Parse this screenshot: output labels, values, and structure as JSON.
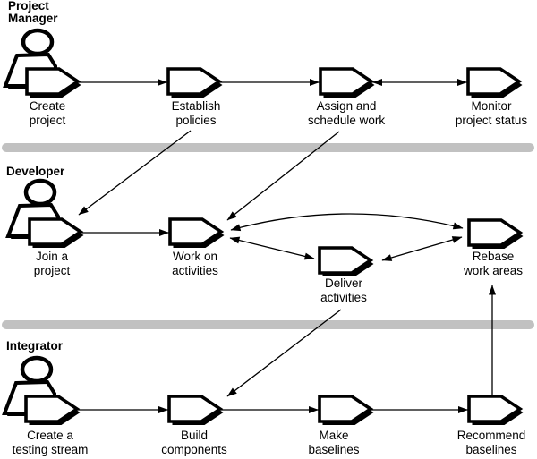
{
  "diagram": {
    "title_implicit": "Role workflow diagram",
    "colors": {
      "background": "#ffffff",
      "line": "#000000",
      "shape_fill": "#ffffff",
      "lane_divider": "#c1c1c1"
    },
    "lanes": [
      {
        "role": "Project\nManager",
        "icon": "person-icon",
        "steps": [
          {
            "label": "Create\nproject"
          },
          {
            "label": "Establish\npolicies"
          },
          {
            "label": "Assign and\nschedule work"
          },
          {
            "label": "Monitor\nproject status"
          }
        ]
      },
      {
        "role": "Developer",
        "icon": "person-icon",
        "steps": [
          {
            "label": "Join a\nproject"
          },
          {
            "label": "Work on\nactivities"
          },
          {
            "label": "Deliver\nactivities"
          },
          {
            "label": "Rebase\nwork areas"
          }
        ]
      },
      {
        "role": "Integrator",
        "icon": "person-icon",
        "steps": [
          {
            "label": "Create a\ntesting stream"
          },
          {
            "label": "Build\ncomponents"
          },
          {
            "label": "Make\nbaselines"
          },
          {
            "label": "Recommend\nbaselines"
          }
        ]
      }
    ],
    "connections": [
      "Create project -> Establish policies",
      "Establish policies -> Assign and schedule work",
      "Assign and schedule work <-> Monitor project status",
      "Establish policies -> Join a project",
      "Assign and schedule work -> Work on activities",
      "Join a project -> Work on activities",
      "Work on activities <-> Rebase work areas",
      "Work on activities <-> Deliver activities",
      "Deliver activities <-> Rebase work areas",
      "Deliver activities -> Build components",
      "Create a testing stream -> Build components",
      "Build components -> Make baselines",
      "Make baselines -> Recommend baselines",
      "Recommend baselines -> Rebase work areas"
    ]
  }
}
